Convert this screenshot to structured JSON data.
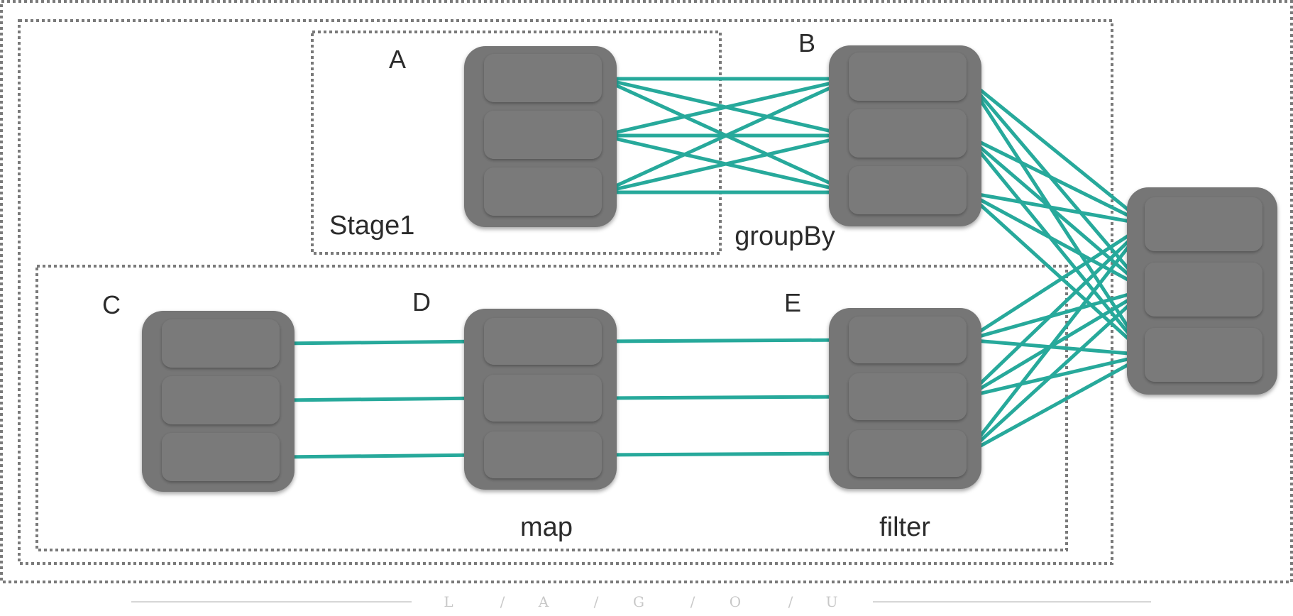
{
  "labels": {
    "a": "A",
    "b": "B",
    "c": "C",
    "d": "D",
    "e": "E",
    "stage1": "Stage1",
    "groupby": "groupBy",
    "map": "map",
    "filter": "filter"
  },
  "watermark": [
    "L",
    "/",
    "A",
    "/",
    "G",
    "/",
    "O",
    "/",
    "U"
  ],
  "colors": {
    "arrow": "#27a99b",
    "node": "#767676",
    "partition": "#7a7a7a",
    "border": "#7a7a7a"
  }
}
